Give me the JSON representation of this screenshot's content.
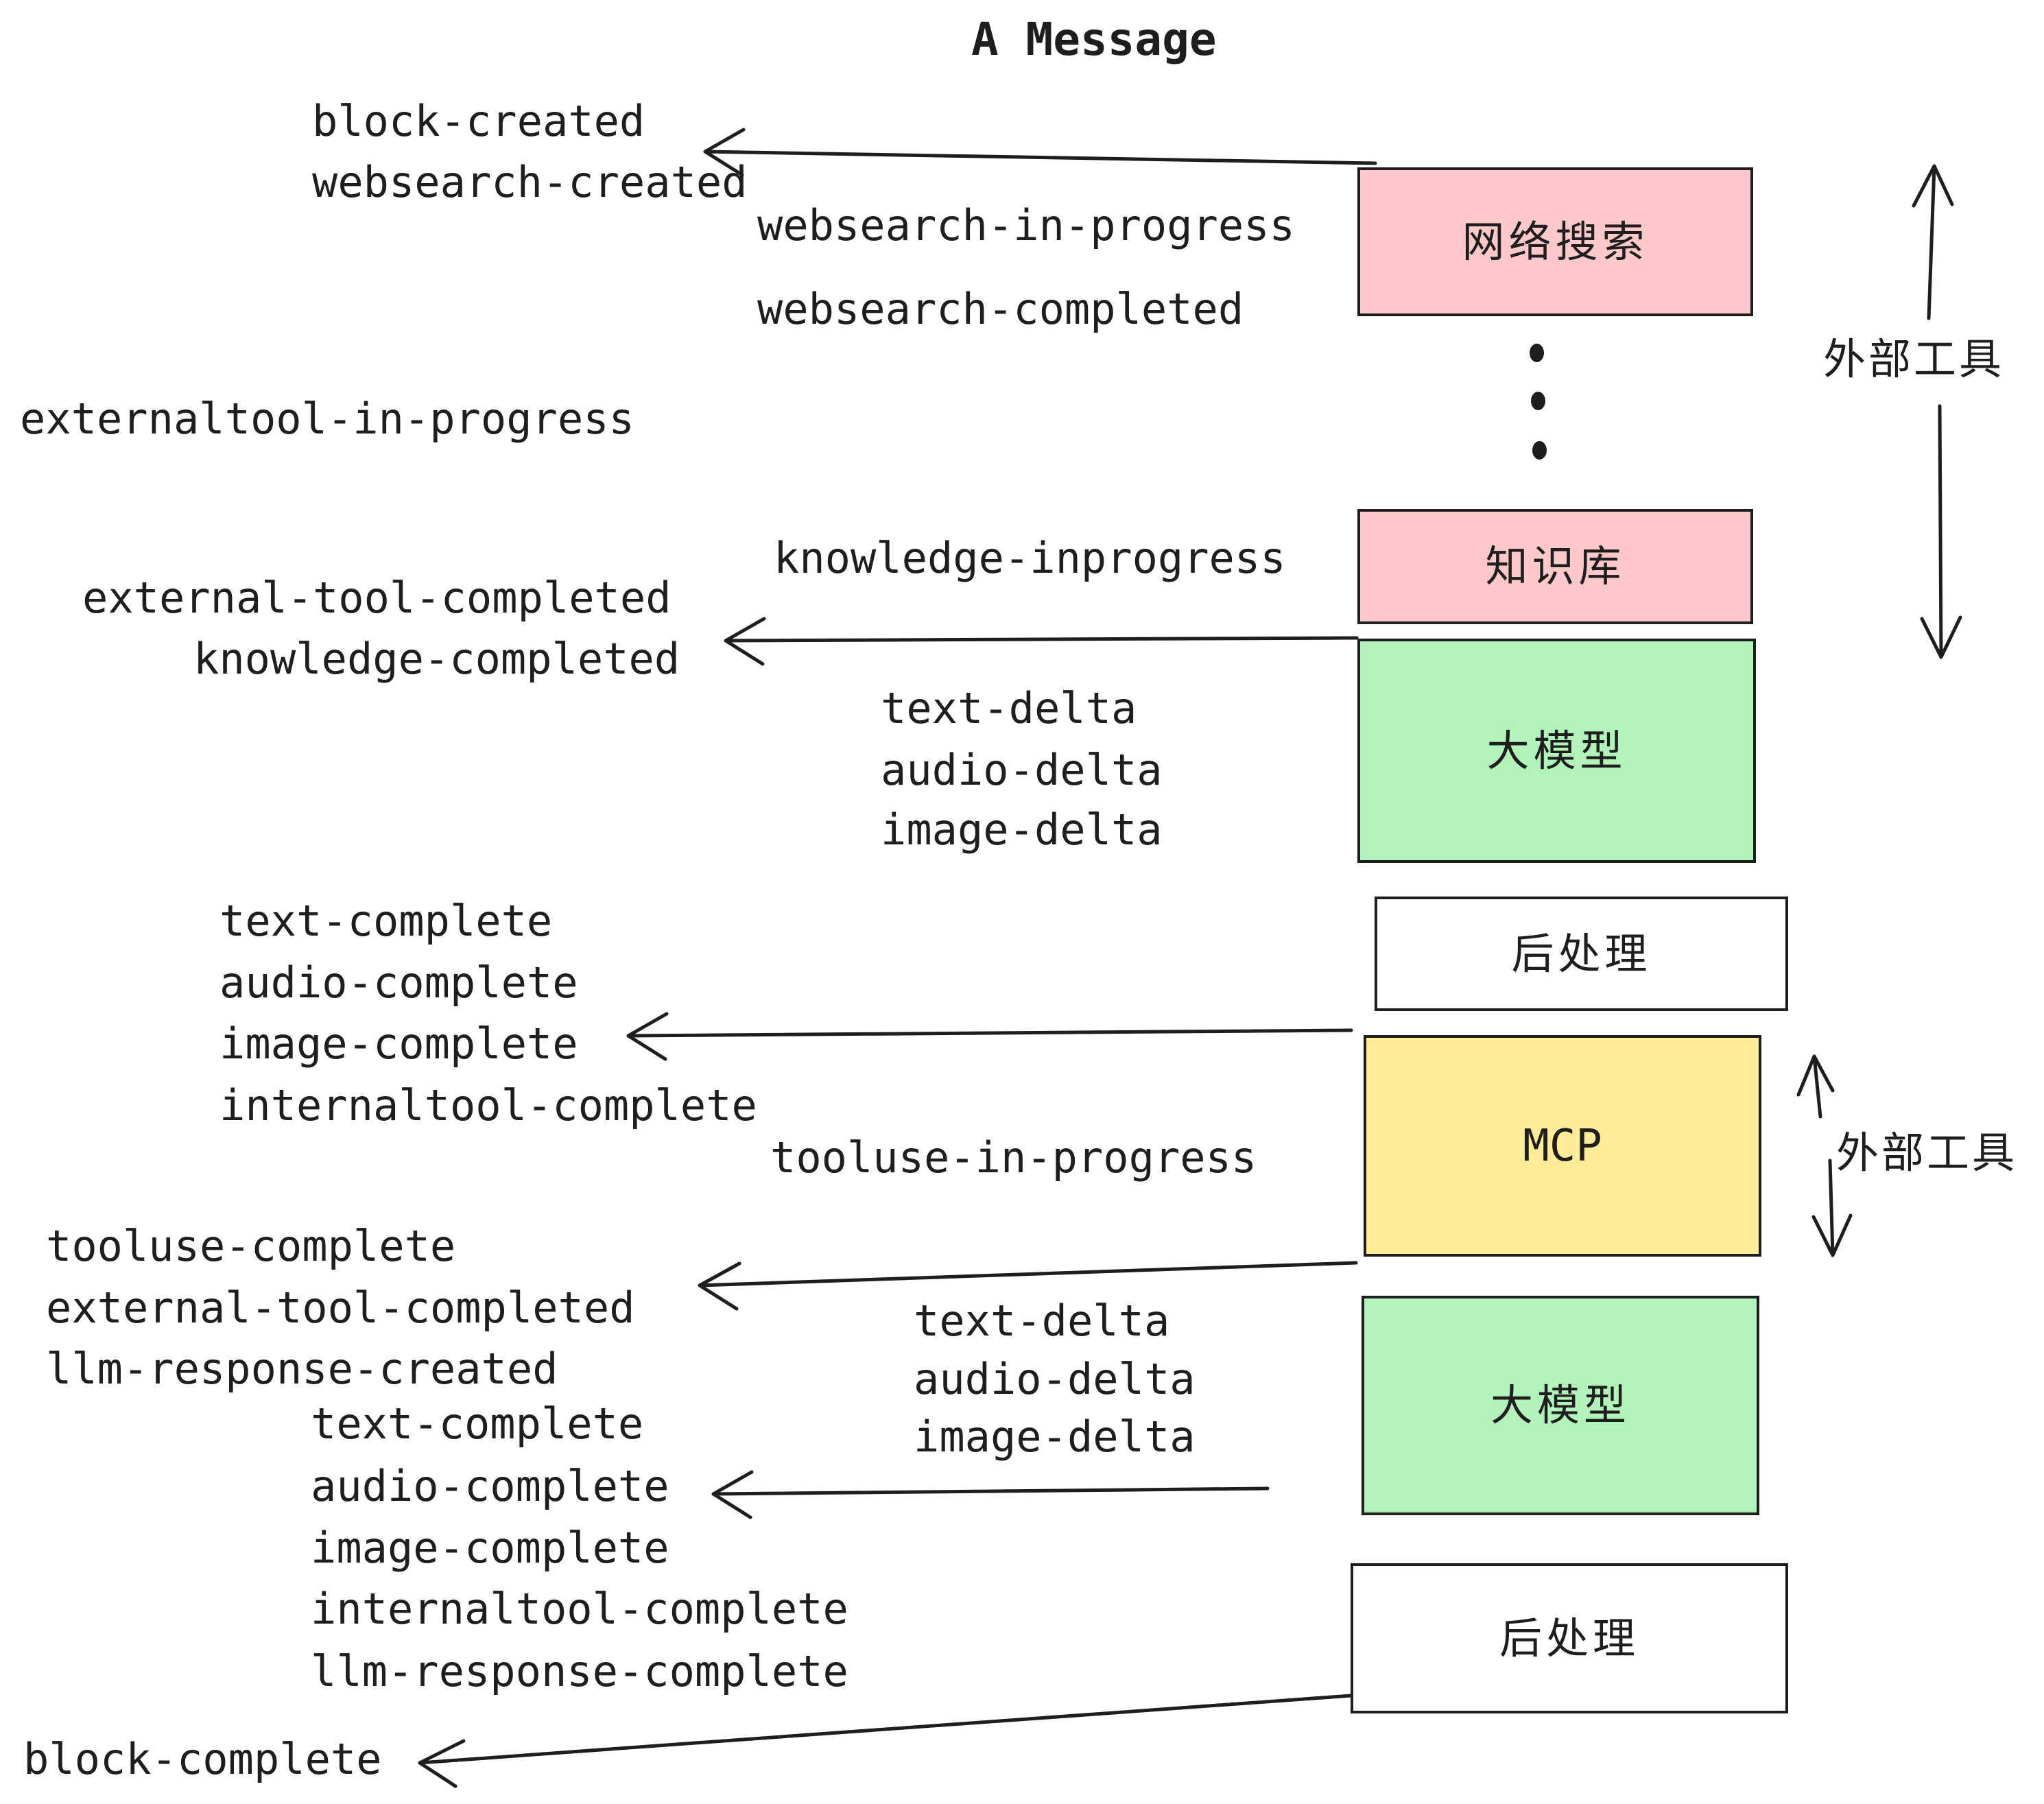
{
  "title": "A Message",
  "colors": {
    "background": "#ffffff",
    "ink": "#1e1e1e",
    "box_pink": "#ffc9c9",
    "box_green": "#b2f2bb",
    "box_yellow": "#ffec99",
    "box_white": "#ffffff"
  },
  "events": {
    "block_created": "block-created",
    "websearch_created": "websearch-created",
    "websearch_in_progress": "websearch-in-progress",
    "websearch_completed": "websearch-completed",
    "externaltool_in_progress": "externaltool-in-progress",
    "knowledge_inprogress": "knowledge-inprogress",
    "external_tool_completed_1": "external-tool-completed",
    "knowledge_completed": "knowledge-completed",
    "text_delta_1": "text-delta",
    "audio_delta_1": "audio-delta",
    "image_delta_1": "image-delta",
    "text_complete_1": "text-complete",
    "audio_complete_1": "audio-complete",
    "image_complete_1": "image-complete",
    "internaltool_complete_1": "internaltool-complete",
    "tooluse_in_progress": "tooluse-in-progress",
    "tooluse_complete": "tooluse-complete",
    "external_tool_completed_2": "external-tool-completed",
    "llm_response_created": "llm-response-created",
    "text_delta_2": "text-delta",
    "audio_delta_2": "audio-delta",
    "image_delta_2": "image-delta",
    "text_complete_2": "text-complete",
    "audio_complete_2": "audio-complete",
    "image_complete_2": "image-complete",
    "internaltool_complete_2": "internaltool-complete",
    "llm_response_complete": "llm-response-complete",
    "block_complete": "block-complete"
  },
  "boxes": {
    "websearch": "网络搜索",
    "knowledge": "知识库",
    "llm_1": "大模型",
    "post_1": "后处理",
    "mcp": "MCP",
    "llm_2": "大模型",
    "post_2": "后处理"
  },
  "side_labels": {
    "external_tools_1": "外部工具",
    "external_tools_2": "外部工具"
  }
}
